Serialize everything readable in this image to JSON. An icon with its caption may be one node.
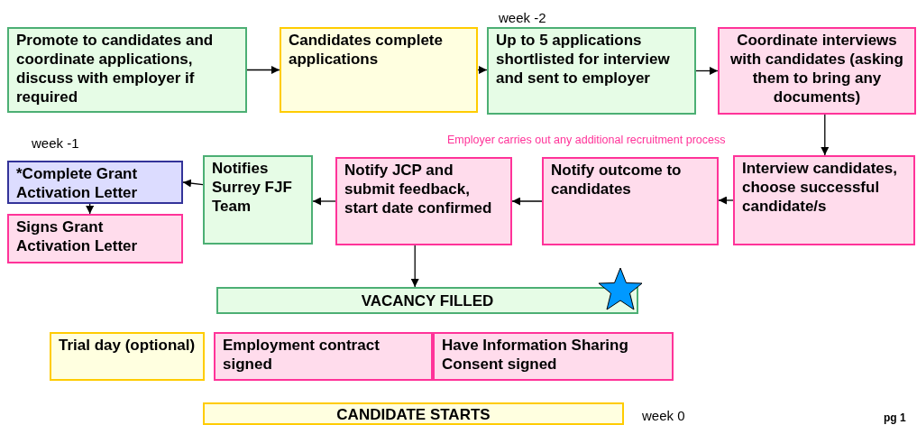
{
  "diagram": {
    "nodes": [
      {
        "text": [
          "Promote to candidates and coordinate applications, discuss with employer if required"
        ]
      },
      {
        "text": [
          "Candidates complete applications"
        ]
      },
      {
        "text": [
          "Up to 5 applications shortlisted for interview and sent to employer"
        ]
      },
      {
        "text": [
          "Coordinate interviews with candidates (asking them to bring any documents)"
        ]
      },
      {
        "text": [
          "Interview candidates, choose successful candidate/s"
        ]
      },
      {
        "text": [
          "Notify outcome to candidates"
        ]
      },
      {
        "text": [
          "Notify JCP and submit feedback, start date confirmed"
        ]
      },
      {
        "text": [
          "Notifies Surrey FJF Team"
        ]
      },
      {
        "text": [
          "*Complete Grant Activation Letter"
        ]
      },
      {
        "text": [
          "Signs Grant Activation Letter"
        ]
      },
      {
        "text": [
          "VACANCY FILLED"
        ]
      },
      {
        "text": [
          "Trial day (optional)"
        ]
      },
      {
        "text": [
          "Employment contract signed"
        ]
      },
      {
        "text": [
          "Have Information Sharing Consent signed"
        ]
      },
      {
        "text": [
          "CANDIDATE STARTS"
        ]
      }
    ],
    "edges": [
      {
        "from": 0,
        "to": 1,
        "arrow": "to"
      },
      {
        "from": 1,
        "to": 2,
        "arrow": "to"
      },
      {
        "from": 2,
        "to": 3,
        "arrow": "to"
      },
      {
        "from": 3,
        "to": 4,
        "arrow": "to"
      },
      {
        "from": 4,
        "to": 5,
        "arrow": "to"
      },
      {
        "from": 5,
        "to": 6,
        "arrow": "to"
      },
      {
        "from": 6,
        "to": 7,
        "arrow": "to"
      },
      {
        "from": 7,
        "to": 8,
        "arrow": "to"
      },
      {
        "from": 8,
        "to": 9,
        "arrow": "to"
      },
      {
        "from": 6,
        "to": 10,
        "arrow": "to"
      }
    ],
    "labels": [
      "week -2",
      "week -1",
      "Employer carries out any additional recruitment process",
      "week 0",
      "pg 1"
    ]
  }
}
